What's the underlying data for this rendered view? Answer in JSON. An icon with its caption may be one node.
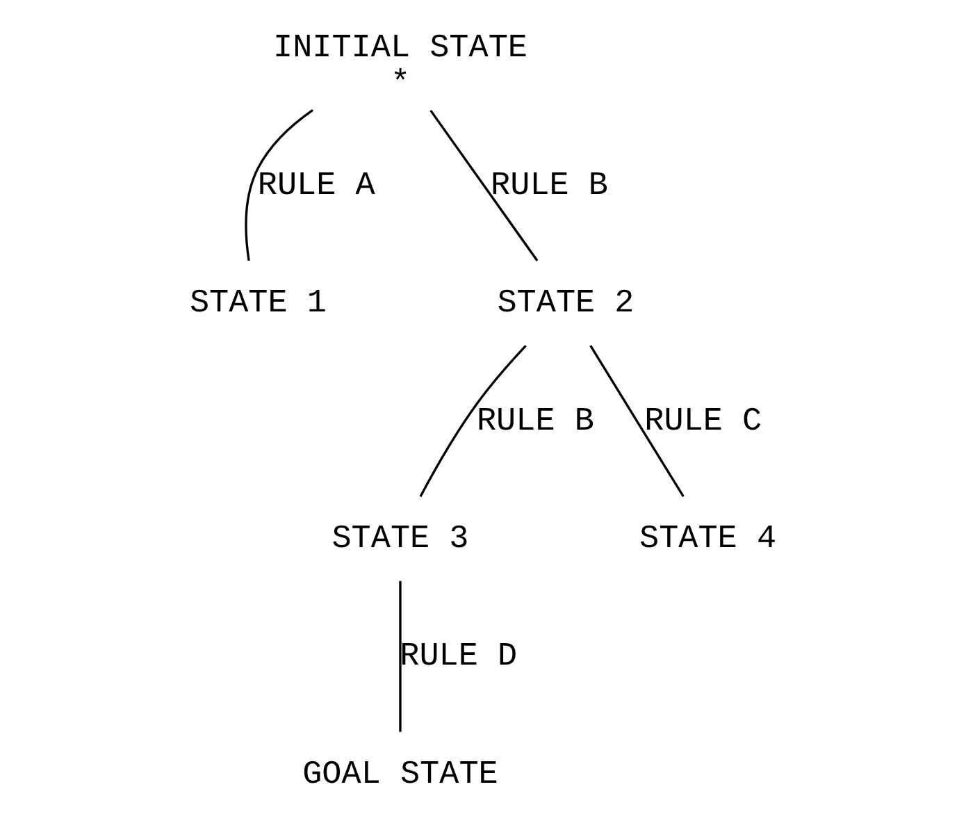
{
  "diagram": {
    "nodes": [
      {
        "text": [
          "INITIAL STATE",
          "*"
        ]
      },
      {
        "text": [
          "STATE 1"
        ]
      },
      {
        "text": [
          "STATE 2"
        ]
      },
      {
        "text": [
          "STATE 3"
        ]
      },
      {
        "text": [
          "STATE 4"
        ]
      },
      {
        "text": [
          "GOAL STATE"
        ]
      }
    ],
    "edges": [
      {
        "from": 0,
        "to": 1,
        "arrow": "none",
        "label": "RULE A"
      },
      {
        "from": 0,
        "to": 2,
        "arrow": "none",
        "label": "RULE B"
      },
      {
        "from": 2,
        "to": 3,
        "arrow": "none",
        "label": "RULE B"
      },
      {
        "from": 2,
        "to": 4,
        "arrow": "none",
        "label": "RULE C"
      },
      {
        "from": 3,
        "to": 5,
        "arrow": "none",
        "label": "RULE D"
      }
    ]
  }
}
